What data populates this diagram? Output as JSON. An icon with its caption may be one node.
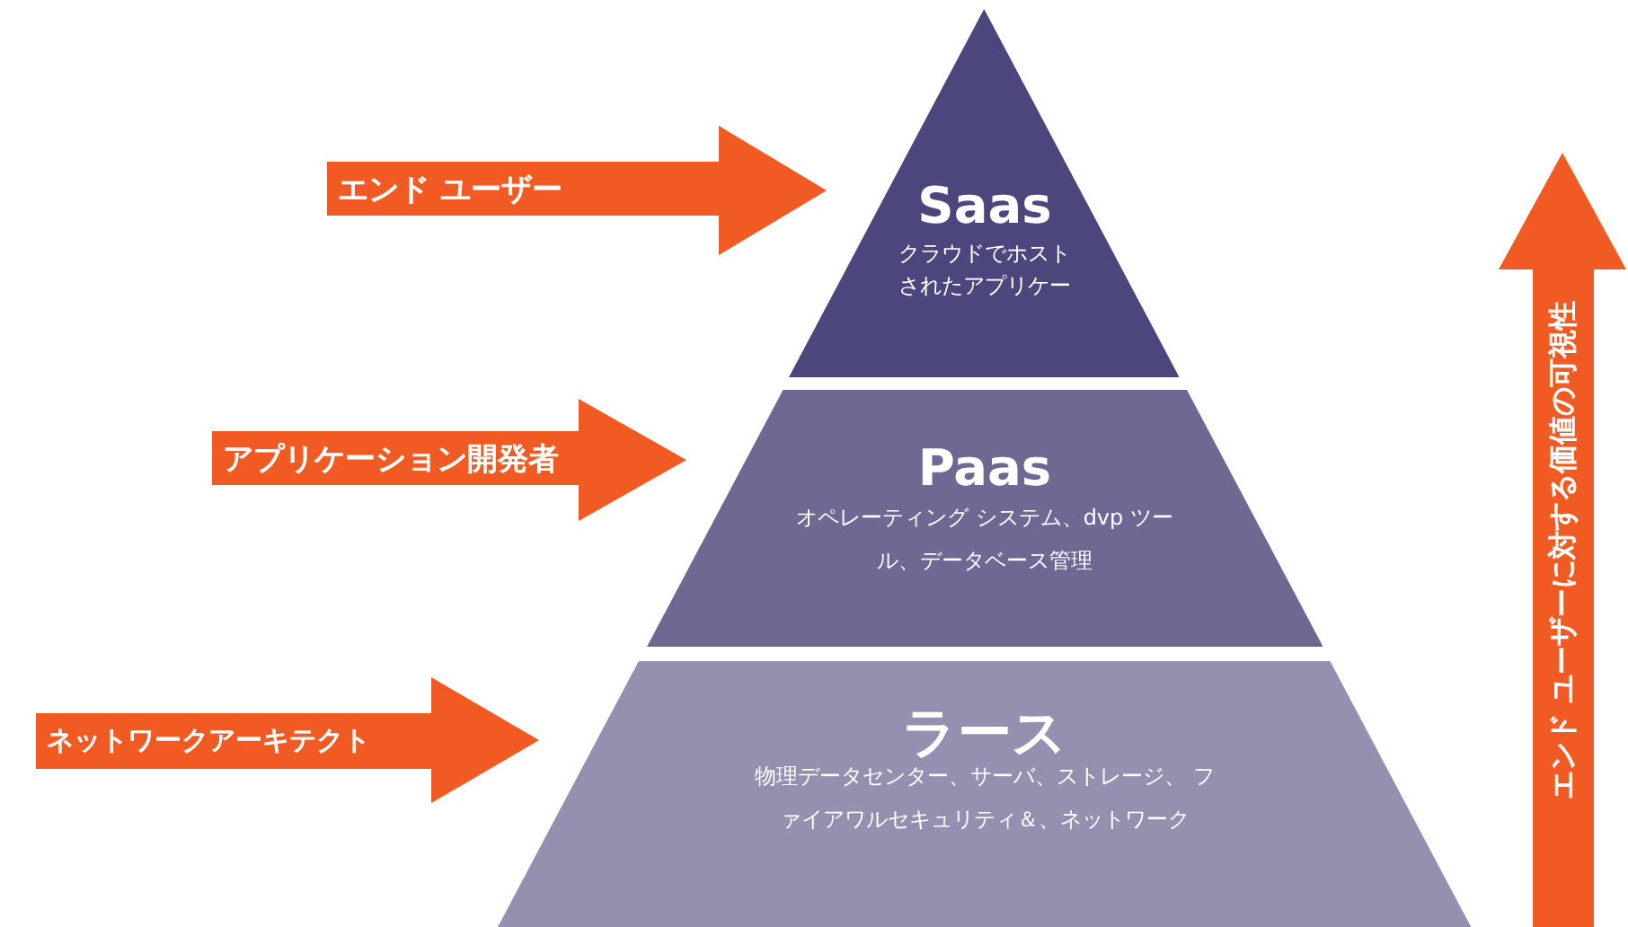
{
  "diagram": {
    "nodes": [
      {
        "text": [
          "エンド ユーザー"
        ]
      },
      {
        "text": [
          "Saas",
          "クラウドでホストされたアプリケー"
        ]
      },
      {
        "text": [
          "エンド ユーザーに対する価値の可視性"
        ]
      },
      {
        "text": [
          "アプリケーション開発者"
        ]
      },
      {
        "text": [
          "Paas",
          "オペレーティング システム、dvp ツール、データベース管理"
        ]
      },
      {
        "text": [
          "ネットワークアーキテクト"
        ]
      },
      {
        "text": [
          "ラース",
          "物理データセンター、サーバ、ストレージ、 ファイアワルセキュリティ＆、ネットワーク"
        ]
      }
    ]
  }
}
